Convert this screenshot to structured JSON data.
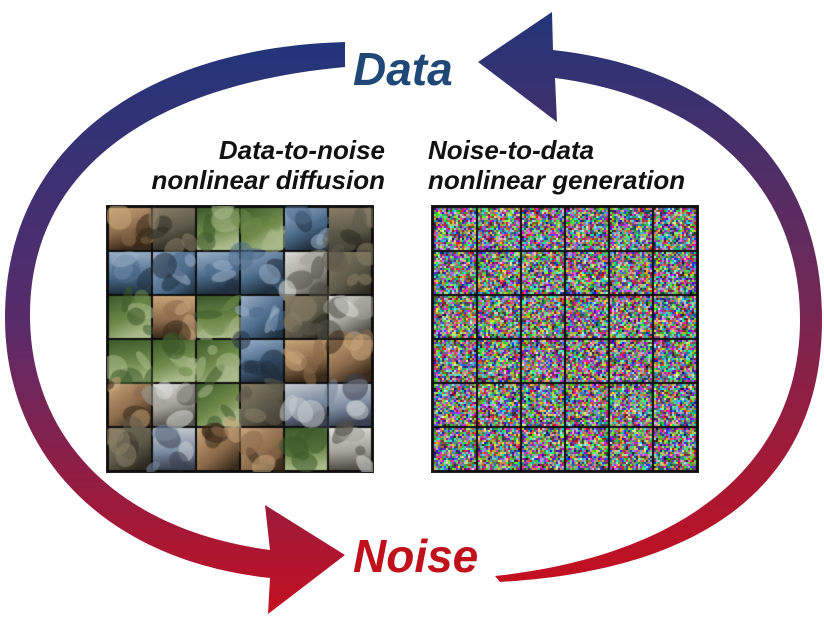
{
  "diagram": {
    "top_label": "Data",
    "bottom_label": "Noise",
    "left_caption": {
      "line1": "Data-to-noise",
      "line2": "nonlinear diffusion"
    },
    "right_caption": {
      "line1": "Noise-to-data",
      "line2": "nonlinear generation"
    },
    "grid": {
      "rows": 6,
      "columns": 6
    },
    "colors": {
      "data_blue": "#1f4877",
      "noise_red": "#c0101c",
      "arrow_blue": "#22357a",
      "arrow_purple": "#6a2a5a",
      "arrow_red": "#c41020"
    }
  }
}
